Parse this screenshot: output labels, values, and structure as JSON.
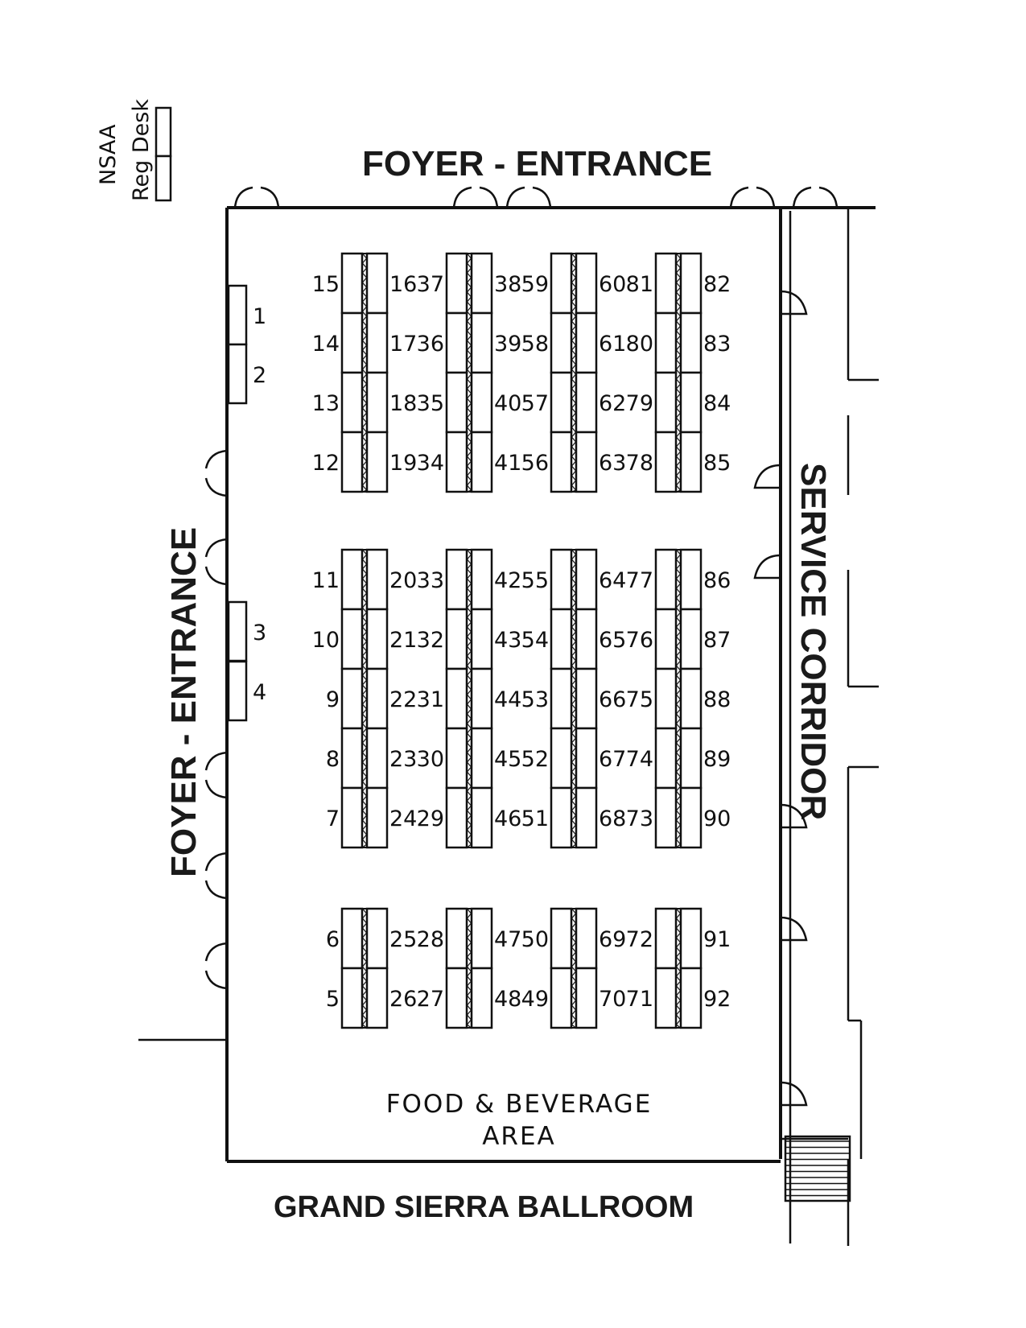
{
  "labels": {
    "top_entrance": "FOYER - ENTRANCE",
    "left_entrance": "FOYER - ENTRANCE",
    "service_corridor": "SERVICE CORRIDOR",
    "ballroom": "GRAND SIERRA BALLROOM",
    "food_line1": "FOOD & BEVERAGE",
    "food_line2": "AREA",
    "reg_desk_line1": "NSAA",
    "reg_desk_line2": "Reg Desk"
  },
  "booths": {
    "wall_left": [
      "1",
      "2",
      "3",
      "4"
    ],
    "col1_left": [
      "15",
      "14",
      "13",
      "12",
      "11",
      "10",
      "9",
      "8",
      "7",
      "6",
      "5"
    ],
    "col1_right": [
      "16",
      "17",
      "18",
      "19",
      "20",
      "21",
      "22",
      "23",
      "24",
      "25",
      "26"
    ],
    "col2_left": [
      "37",
      "36",
      "35",
      "34",
      "33",
      "32",
      "31",
      "30",
      "29",
      "28",
      "27"
    ],
    "col2_right": [
      "38",
      "39",
      "40",
      "41",
      "42",
      "43",
      "44",
      "45",
      "46",
      "47",
      "48"
    ],
    "col3_left": [
      "59",
      "58",
      "57",
      "56",
      "55",
      "54",
      "53",
      "52",
      "51",
      "50",
      "49"
    ],
    "col3_right": [
      "60",
      "61",
      "62",
      "63",
      "64",
      "65",
      "66",
      "67",
      "68",
      "69",
      "70"
    ],
    "col4_left": [
      "81",
      "80",
      "79",
      "78",
      "77",
      "76",
      "75",
      "74",
      "73",
      "72",
      "71"
    ],
    "col4_right": [
      "82",
      "83",
      "84",
      "85",
      "86",
      "87",
      "88",
      "89",
      "90",
      "91",
      "92"
    ]
  }
}
